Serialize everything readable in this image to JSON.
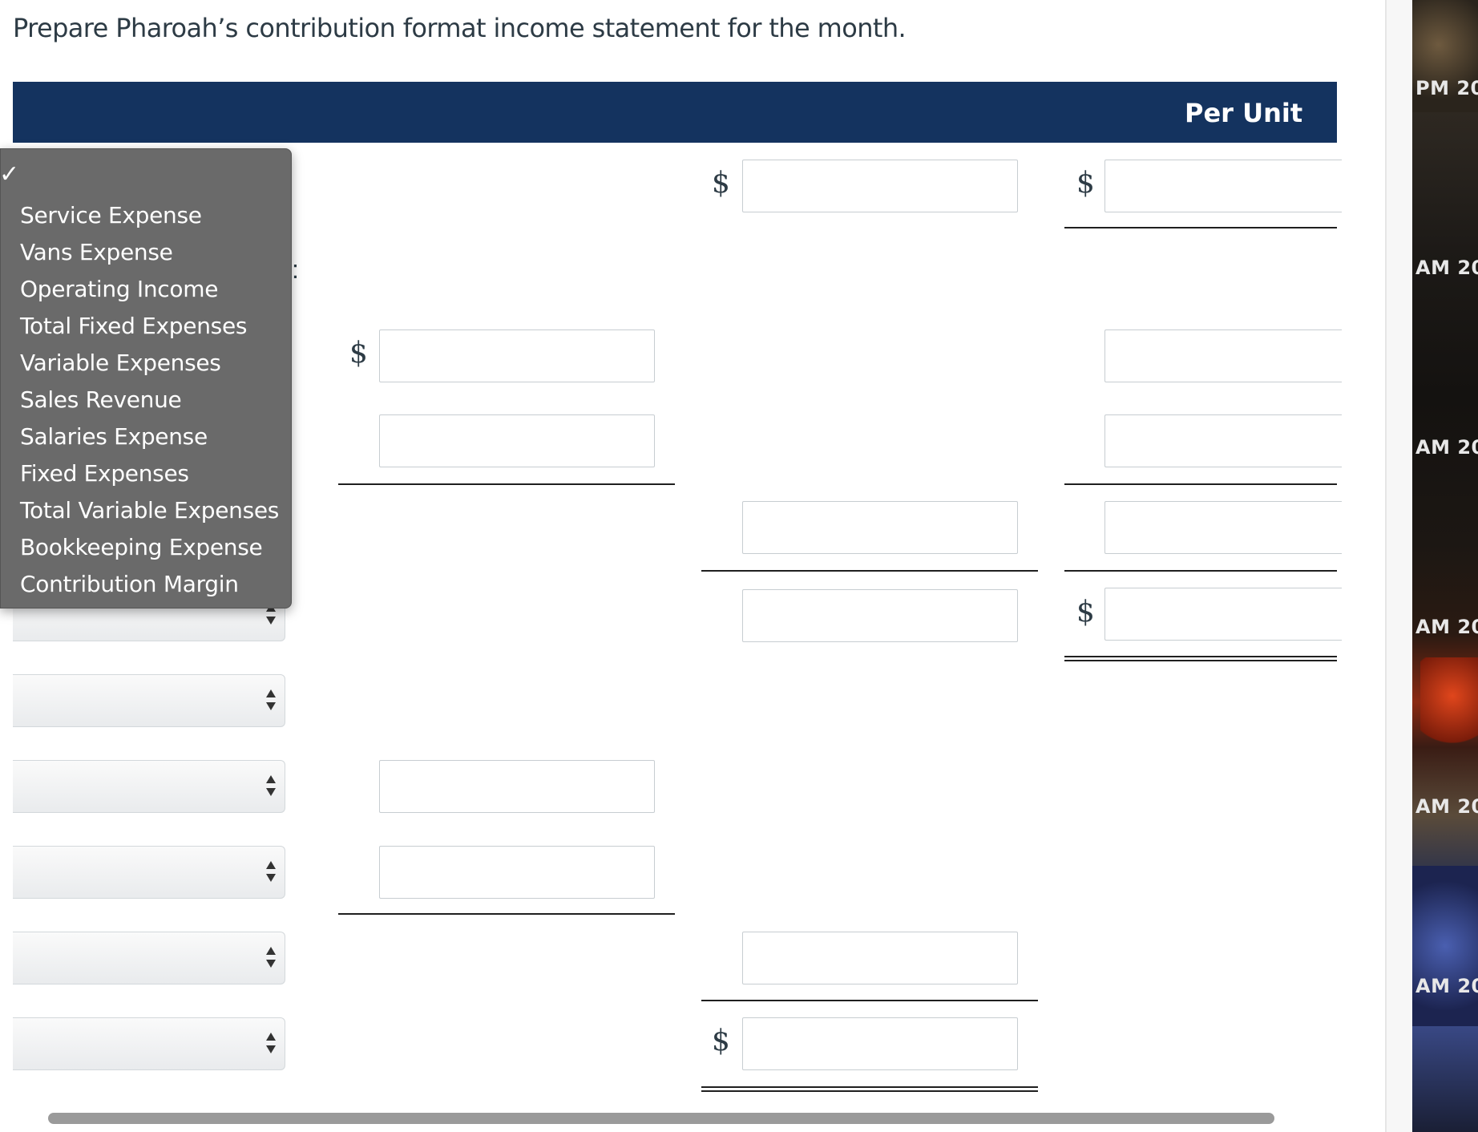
{
  "question": "Prepare Pharoah’s contribution format income statement for the month.",
  "table": {
    "header_per_unit": "Per Unit",
    "currency_symbol": "$",
    "row_label_colon": ":"
  },
  "dropdown": {
    "selected_mark": "✓",
    "options": [
      "Service Expense",
      "Vans Expense",
      "Operating Income",
      "Total Fixed Expenses",
      "Variable Expenses",
      "Sales Revenue",
      "Salaries Expense",
      "Fixed Expenses",
      "Total Variable Expenses",
      "Bookkeeping Expense",
      "Contribution Margin"
    ]
  },
  "side_panel": {
    "labels": [
      "PM 20",
      "AM 20",
      "AM 20",
      "AM 20",
      "AM 20",
      "AM 20"
    ]
  },
  "colors": {
    "header_bg": "#14335f",
    "dropdown_bg": "#6a6a6a"
  }
}
